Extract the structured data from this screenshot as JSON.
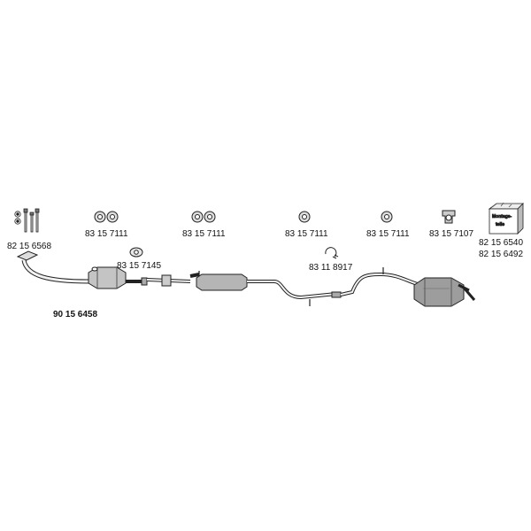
{
  "parts": {
    "mounting_bolts": "82 15 6568",
    "hanger_1": "83 15 7111",
    "hanger_2": "83 15 7111",
    "hanger_3": "83 15 7111",
    "hanger_4": "83 15 7111",
    "hanger_5": "83 15 7107",
    "mounting_kit_a": "82 15 6540",
    "mounting_kit_b": "82 15 6492",
    "gasket": "83 15 7145",
    "clamp": "83 11 8917",
    "front_pipe": "90 15 6458"
  },
  "mounting_box": {
    "line1": "Montage-",
    "line2": "teile"
  },
  "colors": {
    "stroke": "#222222",
    "fill_light": "#e6e6e6",
    "fill_mid": "#b8b8b8",
    "fill_dark": "#7a7a7a"
  }
}
